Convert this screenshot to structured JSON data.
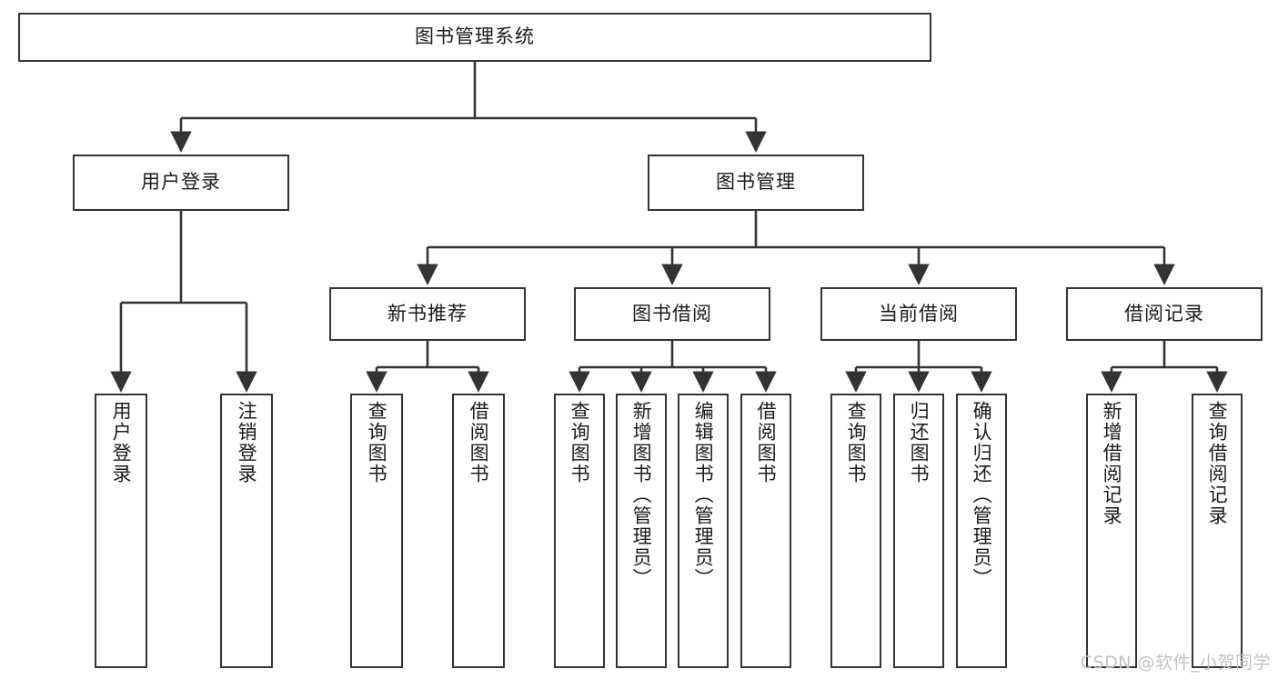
{
  "diagram": {
    "title": "图书管理系统",
    "type": "hierarchy-tree",
    "watermark": "CSDN @软件_小贺同学",
    "colors": {
      "box_border": "#333333",
      "box_fill": "#ffffff",
      "connector": "#333333",
      "text": "#1a1a1a",
      "watermark": "#c2c2c2",
      "background": "#ffffff"
    },
    "levels": {
      "root": {
        "label": "图书管理系统",
        "orientation": "horizontal"
      },
      "level2": [
        {
          "id": "user-login",
          "label": "用户登录",
          "orientation": "horizontal"
        },
        {
          "id": "book-management",
          "label": "图书管理",
          "orientation": "horizontal"
        }
      ],
      "level3": [
        {
          "id": "new-book-recommend",
          "label": "新书推荐",
          "orientation": "horizontal",
          "parent": "book-management"
        },
        {
          "id": "book-borrow",
          "label": "图书借阅",
          "orientation": "horizontal",
          "parent": "book-management"
        },
        {
          "id": "current-borrow",
          "label": "当前借阅",
          "orientation": "horizontal",
          "parent": "book-management"
        },
        {
          "id": "borrow-record",
          "label": "借阅记录",
          "orientation": "horizontal",
          "parent": "book-management"
        }
      ],
      "leaves": [
        {
          "id": "leaf-user-login",
          "label": "用户登录",
          "orientation": "vertical",
          "parent": "user-login"
        },
        {
          "id": "leaf-user-logout",
          "label": "注销登录",
          "orientation": "vertical",
          "parent": "user-login"
        },
        {
          "id": "leaf-query-book-1",
          "label": "查询图书",
          "orientation": "vertical",
          "parent": "new-book-recommend"
        },
        {
          "id": "leaf-borrow-book-1",
          "label": "借阅图书",
          "orientation": "vertical",
          "parent": "new-book-recommend"
        },
        {
          "id": "leaf-query-book-2",
          "label": "查询图书",
          "orientation": "vertical",
          "parent": "book-borrow"
        },
        {
          "id": "leaf-add-book",
          "label": "新增图书（管理员）",
          "orientation": "vertical",
          "parent": "book-borrow"
        },
        {
          "id": "leaf-edit-book",
          "label": "编辑图书（管理员）",
          "orientation": "vertical",
          "parent": "book-borrow"
        },
        {
          "id": "leaf-borrow-book-2",
          "label": "借阅图书",
          "orientation": "vertical",
          "parent": "book-borrow"
        },
        {
          "id": "leaf-query-book-3",
          "label": "查询图书",
          "orientation": "vertical",
          "parent": "current-borrow"
        },
        {
          "id": "leaf-return-book",
          "label": "归还图书",
          "orientation": "vertical",
          "parent": "current-borrow"
        },
        {
          "id": "leaf-confirm-return",
          "label": "确认归还（管理员）",
          "orientation": "vertical",
          "parent": "current-borrow"
        },
        {
          "id": "leaf-add-record",
          "label": "新增借阅记录",
          "orientation": "vertical",
          "parent": "borrow-record"
        },
        {
          "id": "leaf-query-record",
          "label": "查询借阅记录",
          "orientation": "vertical",
          "parent": "borrow-record"
        }
      ]
    }
  }
}
